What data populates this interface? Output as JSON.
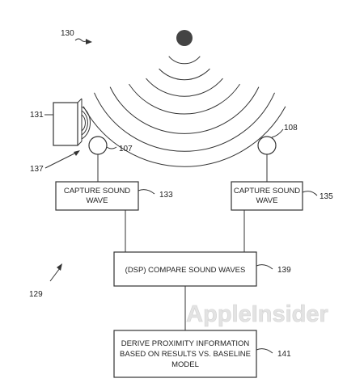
{
  "watermark": "AppleInsider",
  "refs": {
    "r130": "130",
    "r131": "131",
    "r137": "137",
    "r107": "107",
    "r108": "108",
    "r133": "133",
    "r135": "135",
    "r139": "139",
    "r129": "129",
    "r141": "141"
  },
  "boxes": {
    "capture_left": [
      "CAPTURE SOUND",
      "WAVE"
    ],
    "capture_right": [
      "CAPTURE SOUND",
      "WAVE"
    ],
    "dsp": [
      "(DSP) COMPARE SOUND WAVES"
    ],
    "derive": [
      "DERIVE PROXIMITY INFORMATION",
      "BASED ON RESULTS VS. BASELINE",
      "MODEL"
    ]
  }
}
